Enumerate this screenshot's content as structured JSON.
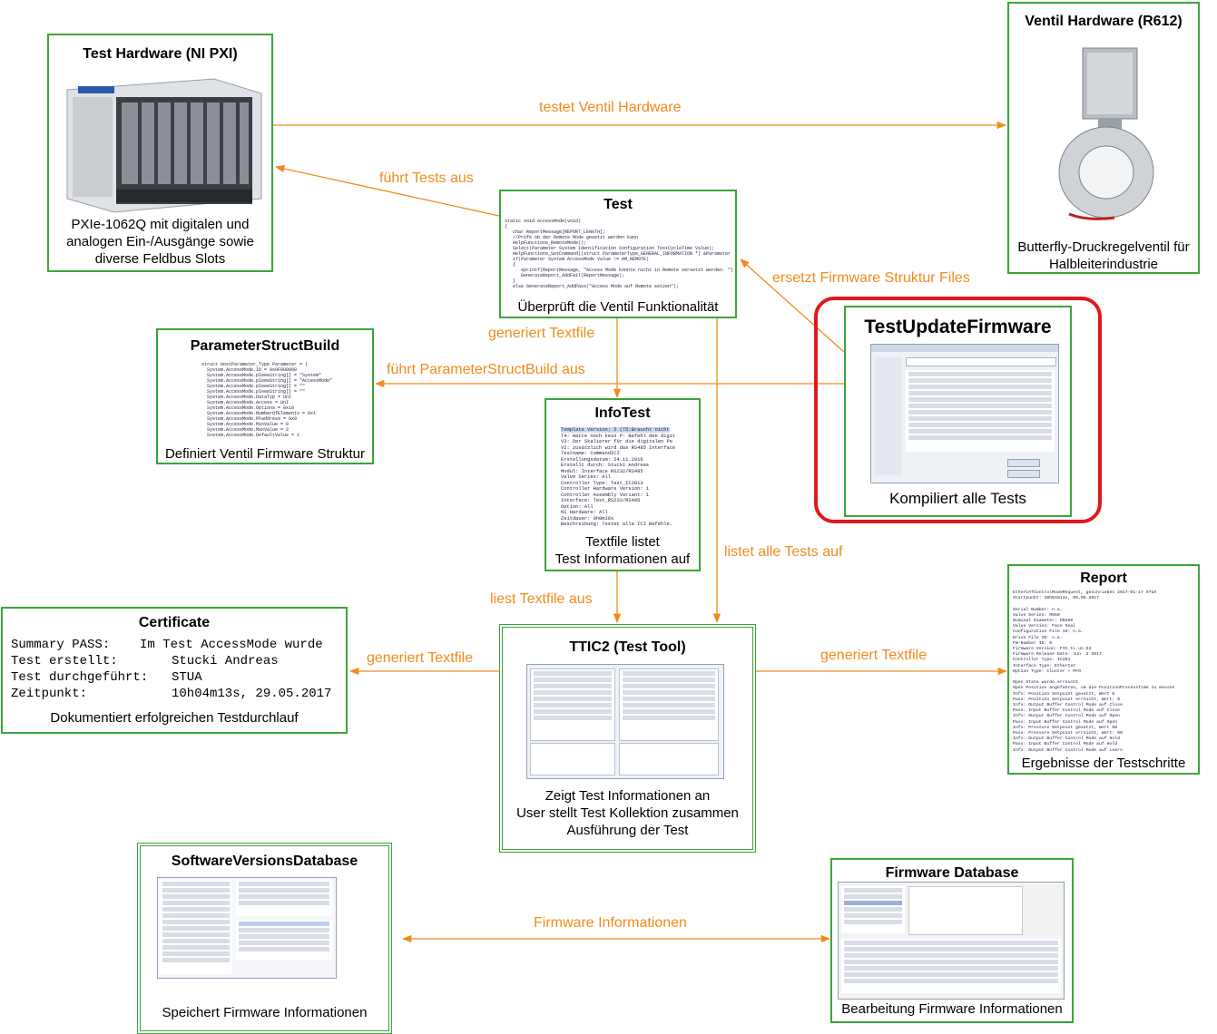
{
  "colors": {
    "node_border": "#3aa53a",
    "edge": "#f28a1c",
    "highlight": "#e0191c"
  },
  "nodes": {
    "test_hardware": {
      "title": "Test Hardware (NI PXI)",
      "desc": [
        "PXIe-1062Q mit digitalen und",
        "analogen Ein-/Ausgänge sowie",
        "diverse Feldbus Slots"
      ]
    },
    "ventil_hardware": {
      "title": "Ventil Hardware (R612)",
      "desc": [
        "Butterfly-Druckregelventil für",
        "Halbleiterindustrie"
      ]
    },
    "test": {
      "title": "Test",
      "desc": "Überprüft die Ventil Funktionalität"
    },
    "parameter_struct_build": {
      "title": "ParameterStructBuild",
      "desc": "Definiert Ventil Firmware Struktur"
    },
    "info_test": {
      "title": "InfoTest",
      "desc": [
        "Textfile listet",
        "Test Informationen auf"
      ]
    },
    "test_update_firmware": {
      "title": "TestUpdateFirmware",
      "desc": "Kompiliert alle Tests"
    },
    "report": {
      "title": "Report",
      "desc": "Ergebnisse der Testschritte"
    },
    "certificate": {
      "title": "Certificate",
      "lines": [
        {
          "k": "Summary PASS:",
          "v": "Im Test AccessMode wurde"
        },
        {
          "k": "Test erstellt:",
          "v": "Stucki Andreas"
        },
        {
          "k": "Test durchgeführt:",
          "v": "STUA"
        },
        {
          "k": "Zeitpunkt:",
          "v": "10h04m13s, 29.05.2017"
        }
      ],
      "desc": "Dokumentiert erfolgreichen Testdurchlauf"
    },
    "ttic2": {
      "title": "TTIC2 (Test Tool)",
      "desc": [
        "Zeigt Test Informationen an",
        "User stellt Test Kollektion zusammen",
        "Ausführung der Test"
      ]
    },
    "software_versions_db": {
      "title": "SoftwareVersionsDatabase",
      "desc": "Speichert Firmware Informationen"
    },
    "firmware_db": {
      "title": "Firmware Database",
      "desc": "Bearbeitung Firmware Informationen"
    }
  },
  "edges": {
    "testet_ventil": "testet Ventil Hardware",
    "fuehrt_tests": "führt Tests aus",
    "ersetzt_firmware": "ersetzt Firmware Struktur Files",
    "generiert_textfile_test": "generiert Textfile",
    "fuehrt_psb": "führt ParameterStructBuild aus",
    "listet_tests": "listet alle Tests auf",
    "liest_textfile": "liest Textfile aus",
    "generiert_textfile_cert": "generiert Textfile",
    "generiert_textfile_report": "generiert Textfile",
    "firmware_info": "Firmware Informationen"
  }
}
